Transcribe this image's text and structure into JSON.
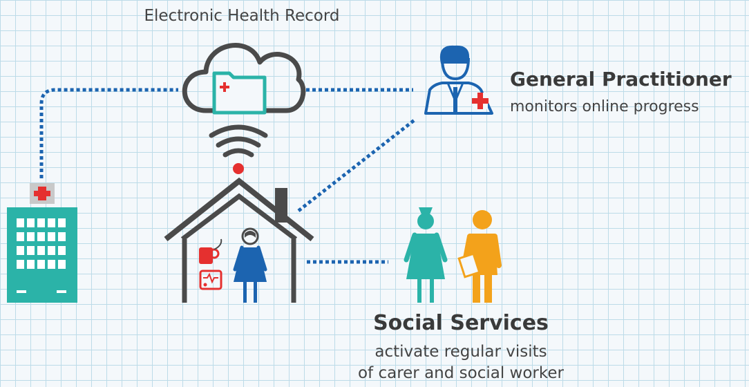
{
  "ehr": {
    "label": "Electronic Health Record",
    "icon": "cloud-medical-folder-icon"
  },
  "general_practitioner": {
    "title": "General Practitioner",
    "description": "monitors online progress",
    "icon": "doctor-icon"
  },
  "home": {
    "icon": "house-icon",
    "devices": [
      "oxygen-device-icon",
      "heart-monitor-icon"
    ],
    "patient_icon": "elderly-woman-icon",
    "connectivity_icon": "wifi-icon"
  },
  "hospital": {
    "icon": "hospital-building-icon"
  },
  "social_services": {
    "title": "Social Services",
    "line1": "activate regular visits",
    "line2": "of carer and social worker",
    "icons": [
      "nurse-icon",
      "social-worker-icon"
    ]
  },
  "colors": {
    "teal": "#2bb3a8",
    "blue_dots": "#1c64b0",
    "red": "#e5302f",
    "gray": "#4a4a4a",
    "orange": "#f3a21b",
    "grid": "#bcdbe8",
    "background": "#f4f8fb"
  }
}
